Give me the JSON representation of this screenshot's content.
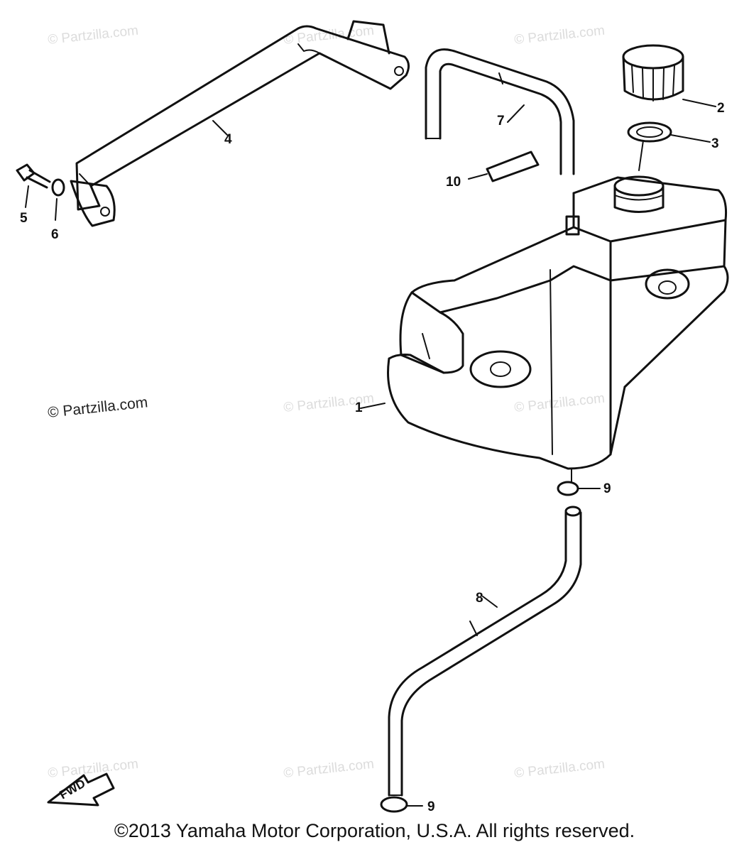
{
  "copyright": "©2013 Yamaha Motor Corporation, U.S.A. All rights reserved.",
  "watermark": "© Partzilla.com",
  "watermark_dark": "© Partzilla.com",
  "fwd_label": "FWD",
  "callouts": {
    "c1": "1",
    "c2": "2",
    "c3": "3",
    "c4": "4",
    "c5": "5",
    "c6": "6",
    "c7": "7",
    "c8": "8",
    "c9a": "9",
    "c9b": "9",
    "c10": "10"
  }
}
